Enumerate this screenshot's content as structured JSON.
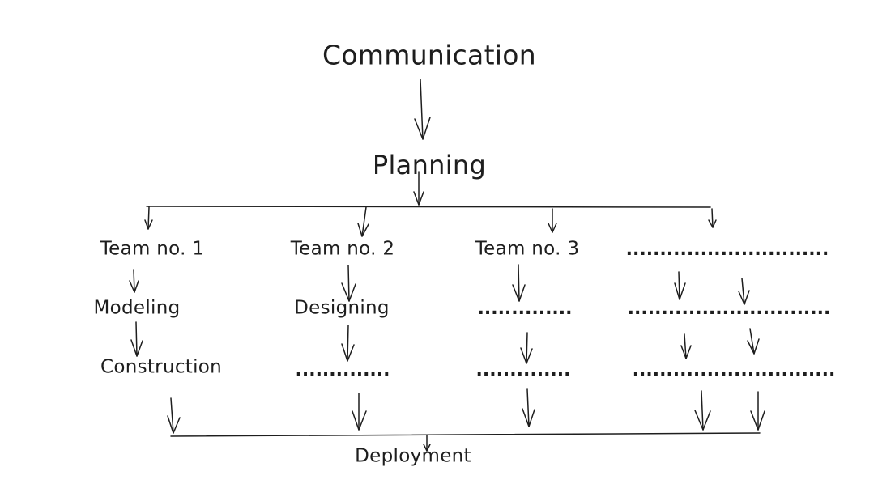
{
  "diagram": {
    "top_label": "Communication",
    "second_label": "Planning",
    "bottom_label": "Deployment",
    "teams": [
      {
        "name": "Team no. 1",
        "steps": [
          "Modeling",
          "Construction"
        ]
      },
      {
        "name": "Team no. 2",
        "steps": [
          "Designing",
          ".............."
        ]
      },
      {
        "name": "Team no. 3",
        "steps": [
          "..............",
          ".............."
        ]
      },
      {
        "name": "..............................",
        "steps": [
          "..............................",
          ".............................."
        ]
      }
    ]
  }
}
